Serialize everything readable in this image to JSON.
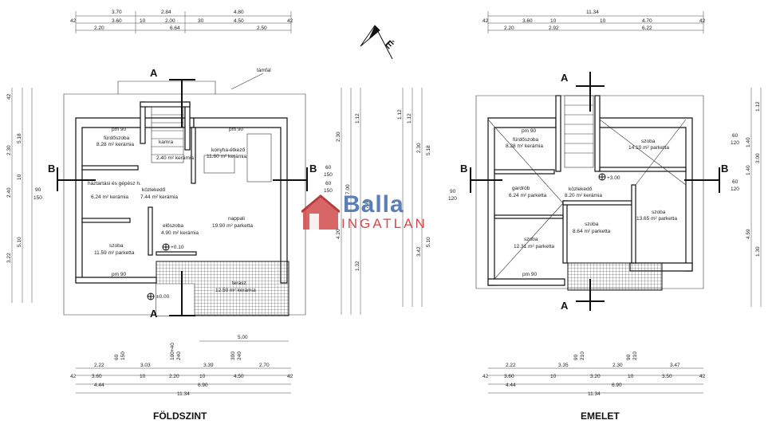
{
  "left_plan": {
    "title": "FÖLDSZINT",
    "top_dims_row1": [
      "3.70",
      "2.84",
      "4.80"
    ],
    "top_dims_row2": [
      "42",
      "3.60",
      "10",
      "2.00",
      "30",
      "4.50",
      "42"
    ],
    "top_dims_row3": [
      "2.20",
      "6.64",
      "2.50"
    ],
    "bottom_dims_row1": [
      "2.22",
      "3.03",
      "3.39",
      "2.70"
    ],
    "bottom_dims_row2": [
      "42",
      "3.60",
      "10",
      "2.20",
      "10",
      "4.50",
      "42"
    ],
    "bottom_dims_row3": [
      "4.44",
      "6.90"
    ],
    "bottom_total": "11.34",
    "terrace_dim": "5.00",
    "label_tamfal": "támfal",
    "rooms": [
      {
        "name": "fürdőszoba",
        "area": "8.28 m² kerámia"
      },
      {
        "name": "kamra",
        "area": "2.40 m² kerámia"
      },
      {
        "name": "konyha-étkező",
        "area": "11.60 m² kerámia"
      },
      {
        "name": "háztartási és gépész h.",
        "area": "6.24 m² kerámia"
      },
      {
        "name": "közlekedő",
        "area": "7.44 m² kerámia"
      },
      {
        "name": "nappali",
        "area": "19.90 m² parketta"
      },
      {
        "name": "előszoba",
        "area": "4.90 m² kerámia"
      },
      {
        "name": "szoba",
        "area": "11.59 m² parketta"
      },
      {
        "name": "terasz",
        "area": "12.50 m² kerámia"
      }
    ],
    "level_inside": "+0.10",
    "level_outside": "±0.00",
    "pm_labels": [
      "pm 90",
      "pm 90",
      "pm 90"
    ]
  },
  "right_plan": {
    "title": "EMELET",
    "top_total": "11.34",
    "top_dims_row2": [
      "42",
      "3.60",
      "10",
      "10",
      "4.70",
      "42"
    ],
    "top_dims_row3": [
      "2.20",
      "2.92",
      "6.22"
    ],
    "bottom_dims_row1": [
      "2.22",
      "3.35",
      "2.30",
      "3.47"
    ],
    "bottom_dims_row2": [
      "42",
      "3.60",
      "10",
      "3.20",
      "10",
      "3.50",
      "42"
    ],
    "bottom_dims_row3": [
      "4.44",
      "6.90"
    ],
    "bottom_total": "11.34",
    "rooms": [
      {
        "name": "fürdőszoba",
        "area": "8.28 m² kerámia"
      },
      {
        "name": "szoba",
        "area": "14.10 m² parketta"
      },
      {
        "name": "gardrób",
        "area": "6.24 m² parketta"
      },
      {
        "name": "közlekedő",
        "area": "8.20 m² kerámia"
      },
      {
        "name": "szoba",
        "area": "13.65 m² parketta"
      },
      {
        "name": "szoba",
        "area": "8.64 m² parketta"
      },
      {
        "name": "szoba",
        "area": "12.31 m² parketta"
      }
    ],
    "level": "+3.00",
    "pm_labels": [
      "pm 90",
      "pm 90"
    ]
  },
  "section_marks": [
    "A",
    "A",
    "B",
    "B",
    "A",
    "A",
    "B",
    "B"
  ],
  "north_label": "É",
  "logo": {
    "name": "Balla",
    "sub": "INGATLAN"
  },
  "colors": {
    "logo_blue": "#5a7fb5",
    "logo_red": "#d14b4b",
    "ink": "#111111"
  }
}
